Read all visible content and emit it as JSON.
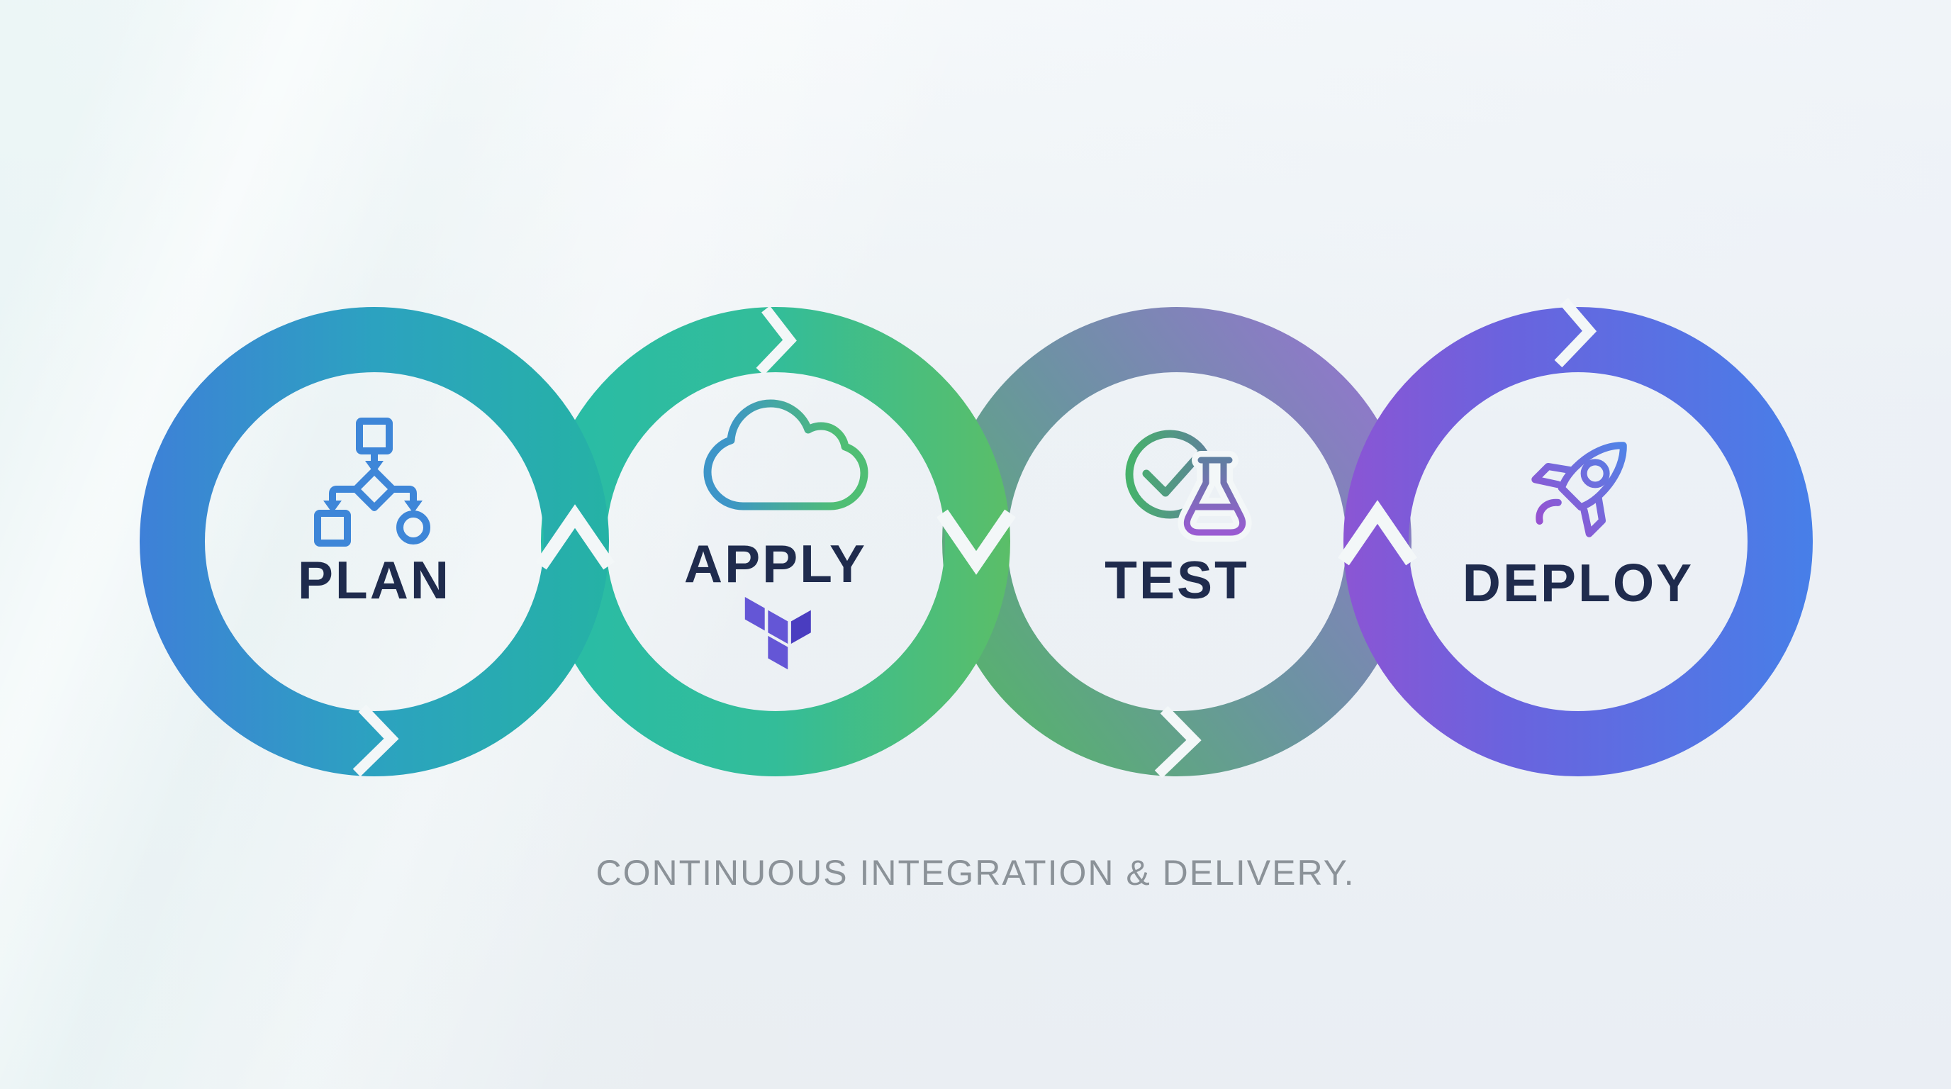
{
  "diagram": {
    "background_color": "#EDF2F5",
    "notch_color": "#F3F7F8",
    "label_color": "#1F2B4D",
    "caption": {
      "text": "CONTINUOUS INTEGRATION & DELIVERY.",
      "color": "#8B9298"
    },
    "stages": [
      {
        "label": "PLAN",
        "icon": "flowchart-icon",
        "ring_gradient": [
          "#3E80D8",
          "#2CA2C0",
          "#25B2A5"
        ],
        "icon_gradient": [
          "#3E86D8",
          "#2FB39B"
        ]
      },
      {
        "label": "APPLY",
        "icon": "cloud-icon",
        "logo": "terraform-logo",
        "ring_gradient": [
          "#28BCA7",
          "#33BD99",
          "#5BBE68"
        ],
        "icon_gradient": [
          "#3D95C8",
          "#4FBE74"
        ],
        "logo_colors": [
          "#6456D6",
          "#4A3DC0"
        ]
      },
      {
        "label": "TEST",
        "icon": "check-flask-icon",
        "ring_gradient": [
          "#55B46A",
          "#6C93A2",
          "#9177CC"
        ],
        "icon_gradient": [
          "#46B26B",
          "#5F7E9C"
        ],
        "flask_gradient": [
          "#5F7FA0",
          "#9A5BD2"
        ]
      },
      {
        "label": "DEPLOY",
        "icon": "rocket-icon",
        "ring_gradient": [
          "#8B55D4",
          "#6A63DE",
          "#477FE8"
        ],
        "icon_gradient": [
          "#4C86E8",
          "#9A4FD0"
        ]
      }
    ]
  }
}
